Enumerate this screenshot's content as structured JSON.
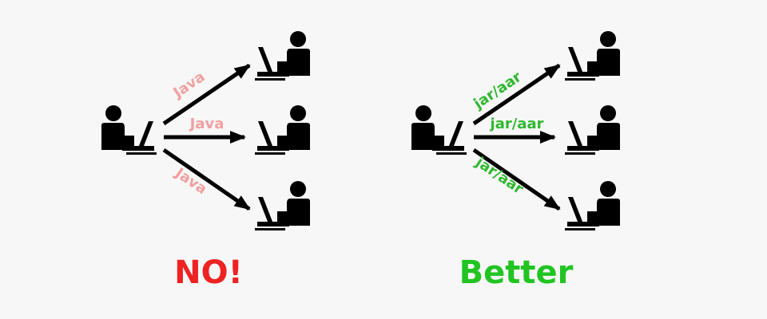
{
  "colors": {
    "background": "#f7f7f7",
    "ink": "#000000",
    "bad_label": "#f2a0a0",
    "bad_verdict": "#ee2222",
    "good_label": "#2fb82f",
    "good_verdict": "#22c422"
  },
  "icons": {
    "person": "person-at-laptop-icon",
    "arrow": "arrow-icon"
  },
  "left_panel": {
    "edge_labels": [
      "Java",
      "Java",
      "Java"
    ],
    "verdict": "NO!"
  },
  "right_panel": {
    "edge_labels": [
      "jar/aar",
      "jar/aar",
      "jar/aar"
    ],
    "verdict": "Better"
  }
}
